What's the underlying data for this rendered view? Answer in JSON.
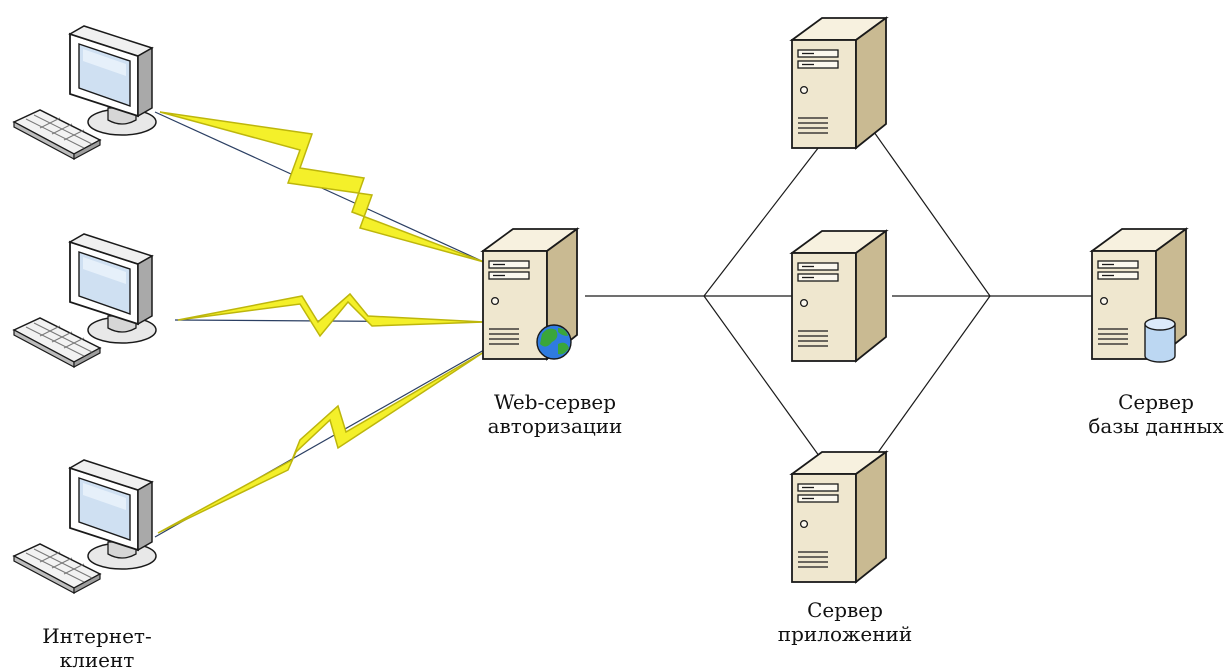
{
  "labels": {
    "client": [
      "Интернет-",
      "клиент"
    ],
    "web_server": [
      "Web-сервер",
      "авторизации"
    ],
    "app_server": [
      "Сервер",
      "приложений"
    ],
    "db_server": [
      "Сервер",
      "базы данных"
    ]
  },
  "colors": {
    "case_front": "#efe7cf",
    "case_side": "#c9ba92",
    "case_top": "#f7f1df",
    "outline": "#1a1a1a",
    "screen": "#cfe0f2",
    "lightning": "#f4f02a",
    "lightning_glow": "#d4cc10",
    "link_line": "#2b3f63",
    "globe": "#2f7be0",
    "db_cylinder": "#bcd7f2"
  },
  "icons": [
    "computer-icon",
    "server-icon",
    "globe-icon",
    "database-icon",
    "lightning-icon"
  ]
}
